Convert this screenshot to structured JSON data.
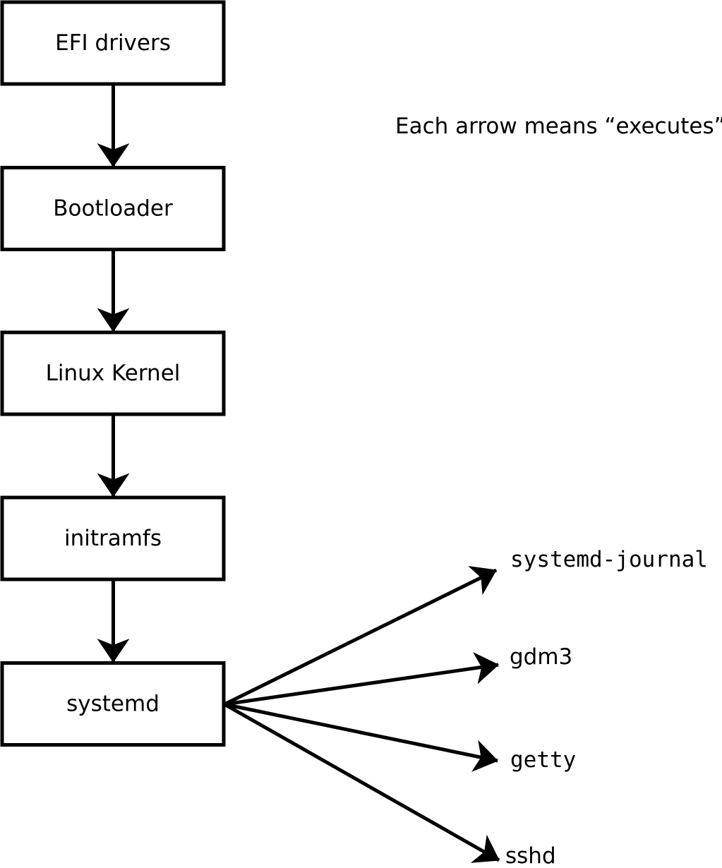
{
  "diagram": {
    "annotation": "Each arrow means “executes”.",
    "colors": {
      "background": "#ffffff",
      "line": "#000000",
      "box_fill": "#ffffff"
    },
    "chain": [
      {
        "id": "efi-drivers",
        "label": "EFI drivers"
      },
      {
        "id": "bootloader",
        "label": "Bootloader"
      },
      {
        "id": "linux-kernel",
        "label": "Linux Kernel"
      },
      {
        "id": "initramfs",
        "label": "initramfs"
      },
      {
        "id": "systemd",
        "label": "systemd"
      }
    ],
    "spawned_services": [
      {
        "id": "systemd-journal",
        "label": "systemd-journal"
      },
      {
        "id": "gdm3",
        "label": "gdm3"
      },
      {
        "id": "getty",
        "label": "getty"
      },
      {
        "id": "sshd",
        "label": "sshd"
      }
    ]
  }
}
